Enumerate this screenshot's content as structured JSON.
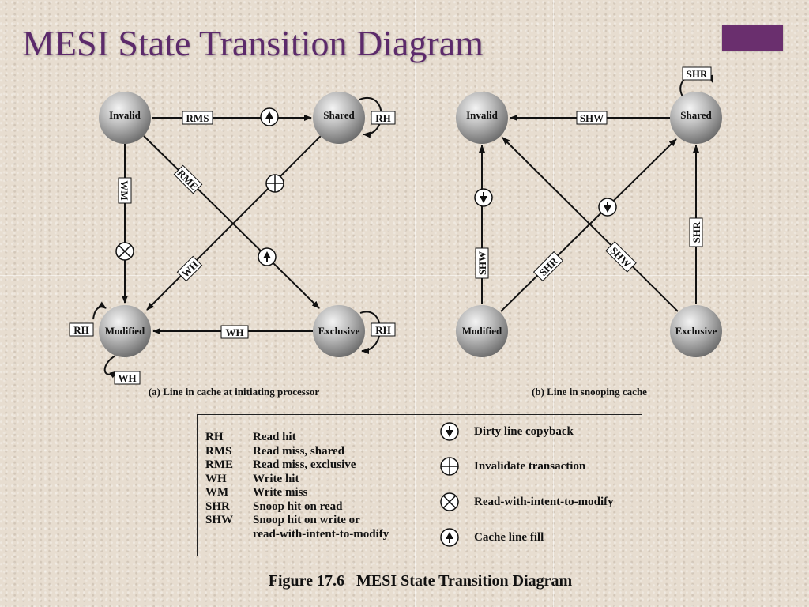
{
  "title": "MESI State Transition Diagram",
  "diagram_a": {
    "states": {
      "invalid": "Invalid",
      "shared": "Shared",
      "modified": "Modified",
      "exclusive": "Exclusive"
    },
    "labels": {
      "rms": "RMS",
      "rh_shared": "RH",
      "wm": "WM",
      "rme": "RME",
      "wh_cross": "WH",
      "wh_bottom": "WH",
      "rh_modified": "RH",
      "wh_modified": "WH",
      "rh_exclusive": "RH"
    },
    "caption": "(a) Line in cache at initiating processor"
  },
  "diagram_b": {
    "states": {
      "invalid": "Invalid",
      "shared": "Shared",
      "modified": "Modified",
      "exclusive": "Exclusive"
    },
    "labels": {
      "shr_loop": "SHR",
      "shw_top": "SHW",
      "shw_left": "SHW",
      "shr_cross": "SHR",
      "shw_cross": "SHW",
      "shr_right": "SHR"
    },
    "caption": "(b) Line in snooping cache"
  },
  "legend": {
    "abbreviations": [
      {
        "code": "RH",
        "desc": "Read hit"
      },
      {
        "code": "RMS",
        "desc": "Read miss, shared"
      },
      {
        "code": "RME",
        "desc": "Read miss, exclusive"
      },
      {
        "code": "WH",
        "desc": "Write hit"
      },
      {
        "code": "WM",
        "desc": "Write miss"
      },
      {
        "code": "SHR",
        "desc": "Snoop hit on read"
      },
      {
        "code": "SHW",
        "desc": "Snoop hit on write or"
      },
      {
        "code": "",
        "desc": "read-with-intent-to-modify"
      }
    ],
    "symbols": [
      {
        "icon": "dirty-copyback-icon",
        "label": "Dirty line copyback"
      },
      {
        "icon": "invalidate-icon",
        "label": "Invalidate transaction"
      },
      {
        "icon": "rwitm-icon",
        "label": "Read-with-intent-to-modify"
      },
      {
        "icon": "cache-fill-icon",
        "label": "Cache line fill"
      }
    ]
  },
  "figure_caption": "Figure 17.6   MESI State Transition Diagram",
  "colors": {
    "title": "#5c2a6b",
    "accent_box": "#6a2f6e",
    "background": "#e7ddd0"
  }
}
